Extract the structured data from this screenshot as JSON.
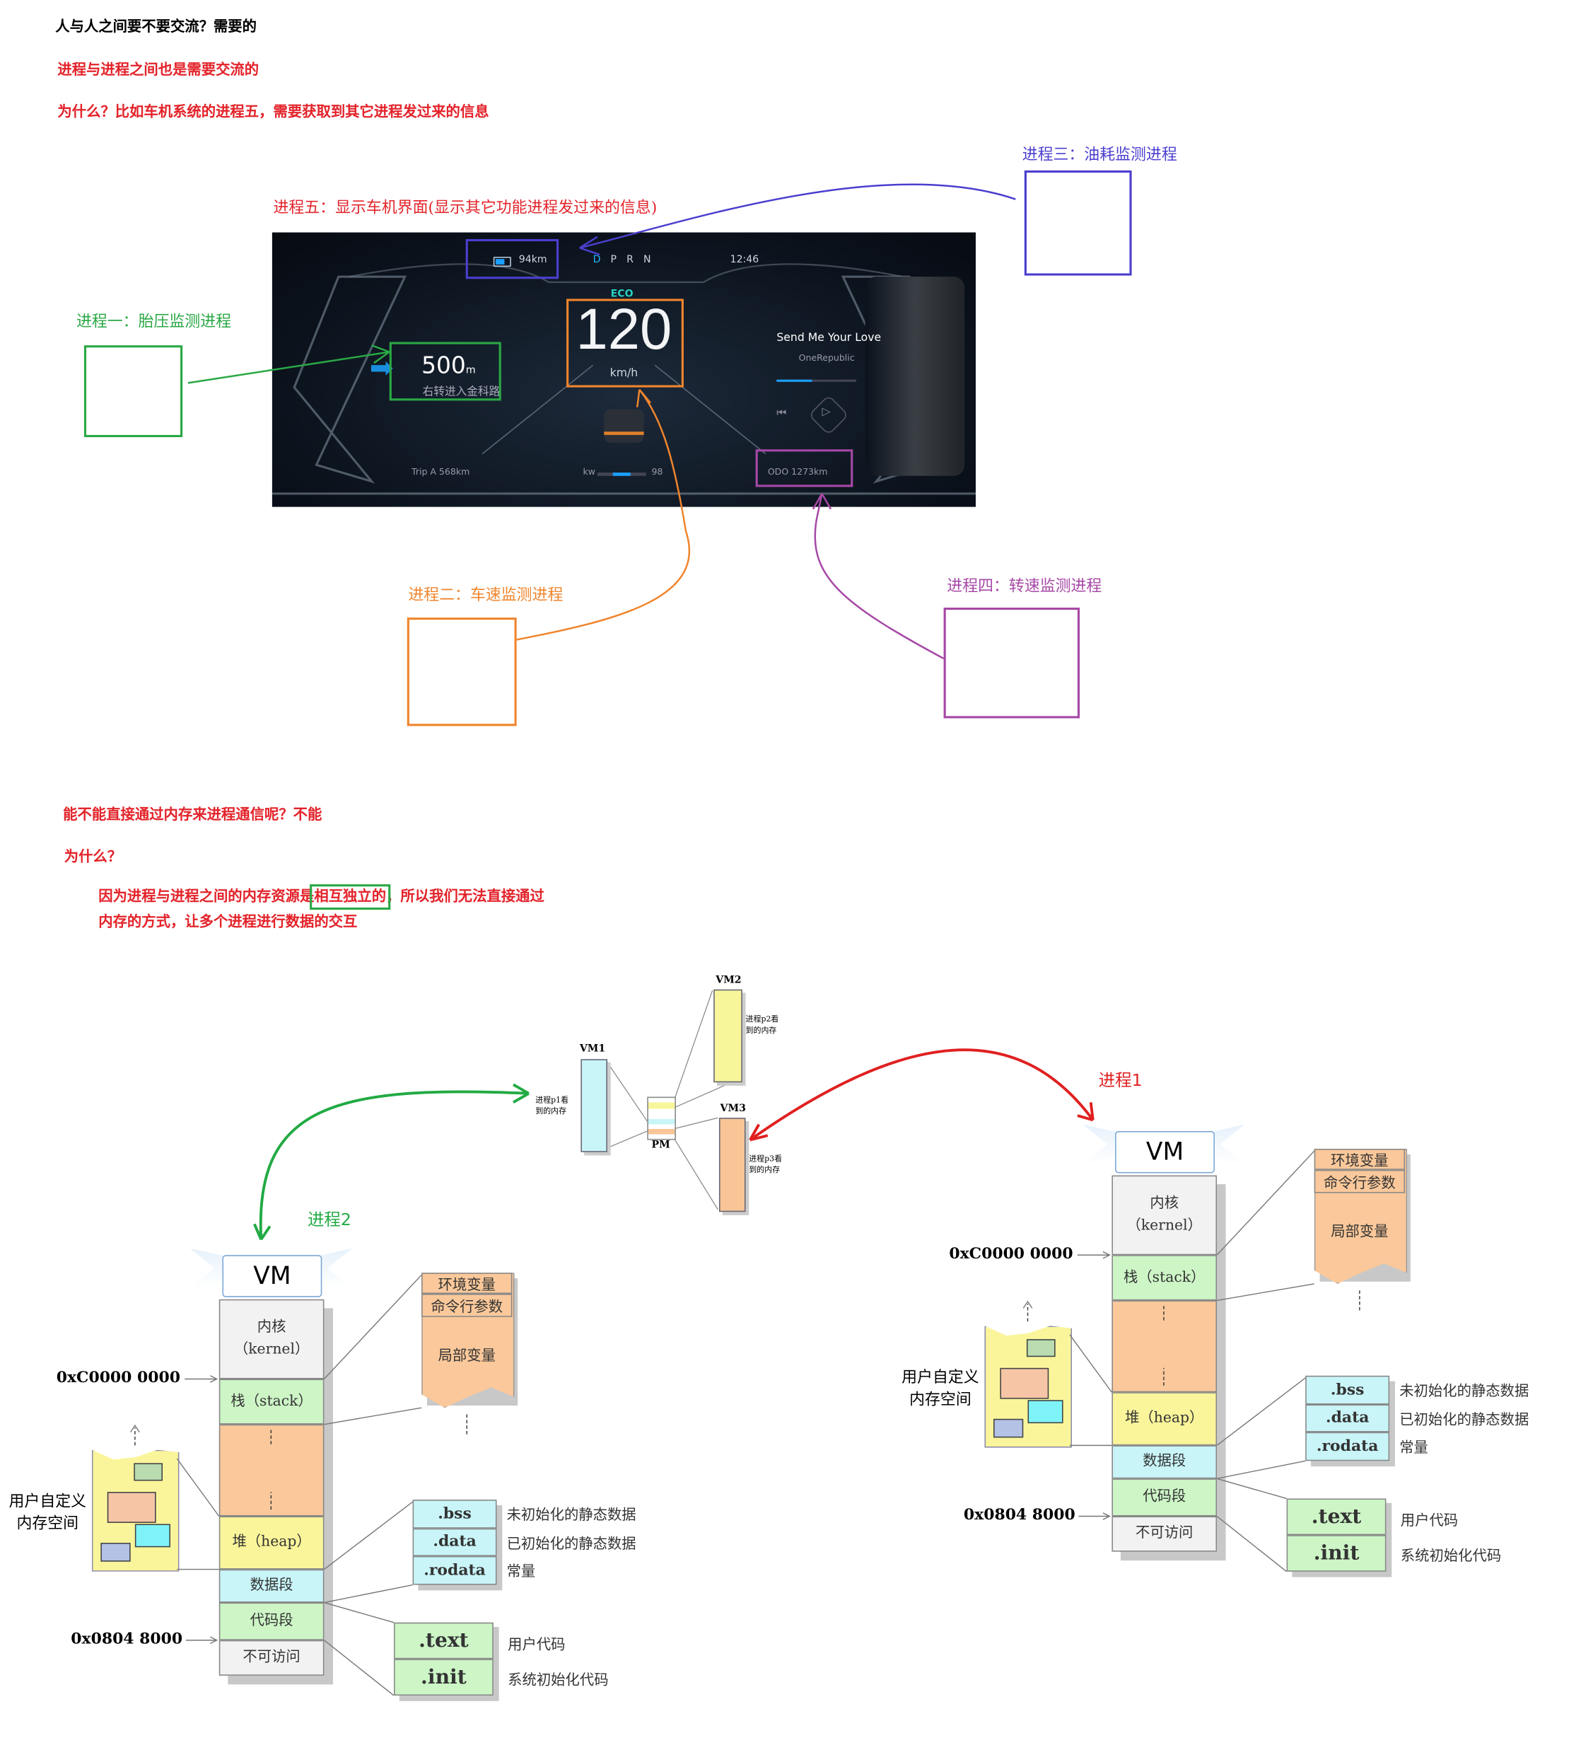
{
  "intro": {
    "line1": "人与人之间要不要交流？需要的",
    "line2": "进程与进程之间也是需要交流的",
    "line3": "为什么？比如车机系统的进程五，需要获取到其它进程发过来的信息"
  },
  "processes": {
    "p5": "进程五：显示车机界面(显示其它功能进程发过来的信息)",
    "p1": "进程一：胎压监测进程",
    "p2": "进程二：车速监测进程",
    "p3": "进程三：油耗监测进程",
    "p4": "进程四：转速监测进程"
  },
  "colors": {
    "p1": "#2aa845",
    "p2": "#f0852d",
    "p3": "#4b3fcf",
    "p4": "#a648a6",
    "text_red": "#e3242b",
    "arrow_red": "#e02020"
  },
  "dashboard": {
    "range": "94km",
    "gears": [
      "D",
      "P",
      "R",
      "N"
    ],
    "active_gear": "D",
    "time": "12:46",
    "mode": "ECO",
    "speed": "120",
    "speed_unit": "km/h",
    "nav_distance": "500",
    "nav_unit": "m",
    "nav_instruction": "右转进入金科路",
    "song_title": "Send Me Your Love",
    "song_artist": "OneRepublic",
    "song_progress": 0.45,
    "trip": "Trip A   568km",
    "power_label": "kw",
    "power_value": "98",
    "odo": "ODO   1273km"
  },
  "question": {
    "q1": "能不能直接通过内存来进程通信呢？不能",
    "q2": "为什么？",
    "a_part1": "因为进程与进程之间的内存资源是",
    "a_highlight": "相互独立的",
    "a_part2": "，所以我们无法直接通过",
    "a_line2": "内存的方式，让多个进程进行数据的交互"
  },
  "vm_map": {
    "vm1": "VM1",
    "vm2": "VM2",
    "vm3": "VM3",
    "pm": "PM",
    "vm1_note": "进程p1看\n到的内存",
    "vm2_note": "进程p2看\n到的内存",
    "vm3_note": "进程p3看\n到的内存",
    "label_p1": "进程1",
    "label_p2": "进程2"
  },
  "memory_layout": {
    "banner": "VM",
    "kernel": "内核\n（kernel）",
    "stack": "栈（stack）",
    "heap": "堆（heap）",
    "data_seg": "数据段",
    "code_seg": "代码段",
    "inaccessible": "不可访问",
    "addr_high": "0xC0000 0000",
    "addr_low": "0x0804 8000",
    "user_mem": "用户自定义\n内存空间",
    "stack_detail": [
      "环境变量",
      "命令行参数",
      "局部变量"
    ],
    "data_sections": [
      {
        "name": ".bss",
        "desc": "未初始化的静态数据"
      },
      {
        "name": ".data",
        "desc": "已初始化的静态数据"
      },
      {
        "name": ".rodata",
        "desc": "常量"
      }
    ],
    "code_sections": [
      {
        "name": ".text",
        "desc": "用户代码"
      },
      {
        "name": ".init",
        "desc": "系统初始化代码"
      }
    ]
  }
}
